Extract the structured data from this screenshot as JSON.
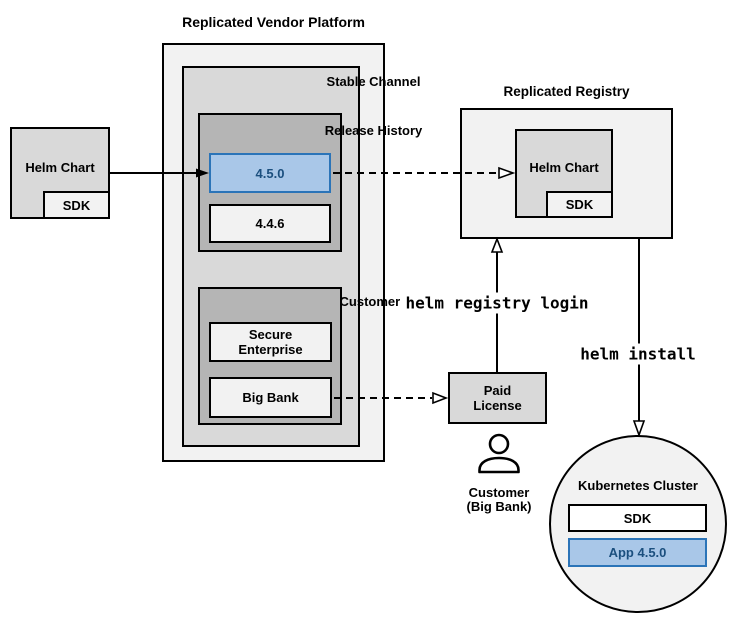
{
  "vendor": {
    "title": "Replicated Vendor Platform",
    "stable_channel": {
      "title": "Stable Channel"
    },
    "release_history": {
      "title": "Release History",
      "releases": [
        {
          "version": "4.5.0",
          "highlighted": true
        },
        {
          "version": "4.4.6",
          "highlighted": false
        }
      ]
    },
    "customers": {
      "title": "Customers",
      "items": [
        {
          "name": "Secure Enterprise"
        },
        {
          "name": "Big Bank"
        }
      ]
    }
  },
  "source_chart": {
    "label": "Helm Chart",
    "sdk": "SDK"
  },
  "registry": {
    "title": "Replicated Registry",
    "helm_chart": "Helm Chart",
    "sdk": "SDK"
  },
  "license": {
    "label": "Paid License"
  },
  "customer": {
    "name": "Customer",
    "detail": "(Big Bank)"
  },
  "commands": {
    "login": "helm registry login",
    "install": "helm install"
  },
  "cluster": {
    "title": "Kubernetes Cluster",
    "sdk": "SDK",
    "app": "App 4.5.0"
  },
  "icons": {
    "person": "person-icon"
  },
  "colors": {
    "container_fill": "#f2f2f2",
    "panel_fill": "#d9d9d9",
    "section_fill": "#b5b5b5",
    "highlight_fill": "#a9c7e8",
    "highlight_border": "#2b74b8",
    "highlight_text": "#1b4f7e",
    "line": "#000000"
  }
}
